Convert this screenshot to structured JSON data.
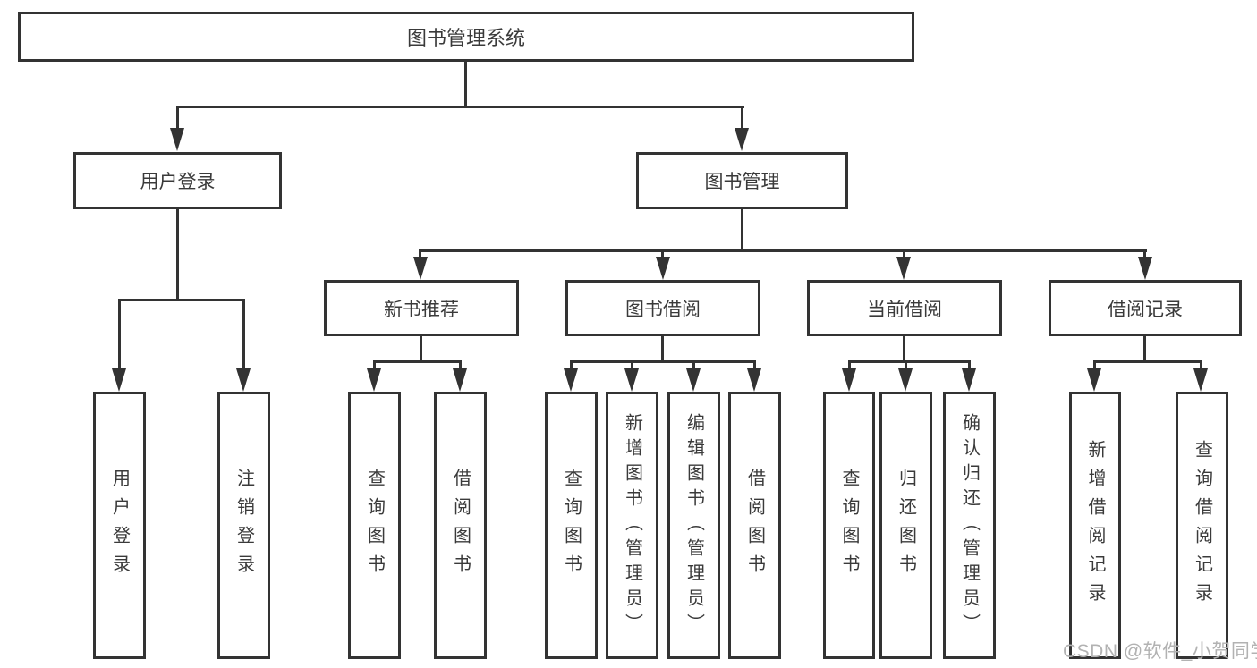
{
  "title": "图书管理系统",
  "branches": [
    {
      "label": "用户登录",
      "children": [
        {
          "label": "用户登录"
        },
        {
          "label": "注销登录"
        }
      ]
    },
    {
      "label": "图书管理",
      "children": [
        {
          "label": "新书推荐",
          "children": [
            {
              "label": "查询图书"
            },
            {
              "label": "借阅图书"
            }
          ]
        },
        {
          "label": "图书借阅",
          "children": [
            {
              "label": "查询图书"
            },
            {
              "label": "新增图书（管理员）"
            },
            {
              "label": "编辑图书（管理员）"
            },
            {
              "label": "借阅图书"
            }
          ]
        },
        {
          "label": "当前借阅",
          "children": [
            {
              "label": "查询图书"
            },
            {
              "label": "归还图书"
            },
            {
              "label": "确认归还（管理员）"
            }
          ]
        },
        {
          "label": "借阅记录",
          "children": [
            {
              "label": "新增借阅记录"
            },
            {
              "label": "查询借阅记录"
            }
          ]
        }
      ]
    }
  ],
  "watermark": "CSDN @软件_小贺同学",
  "colors": {
    "line": "#333333",
    "text": "#3a3a3a",
    "watermark": "#b2b2b2",
    "background": "#ffffff"
  }
}
